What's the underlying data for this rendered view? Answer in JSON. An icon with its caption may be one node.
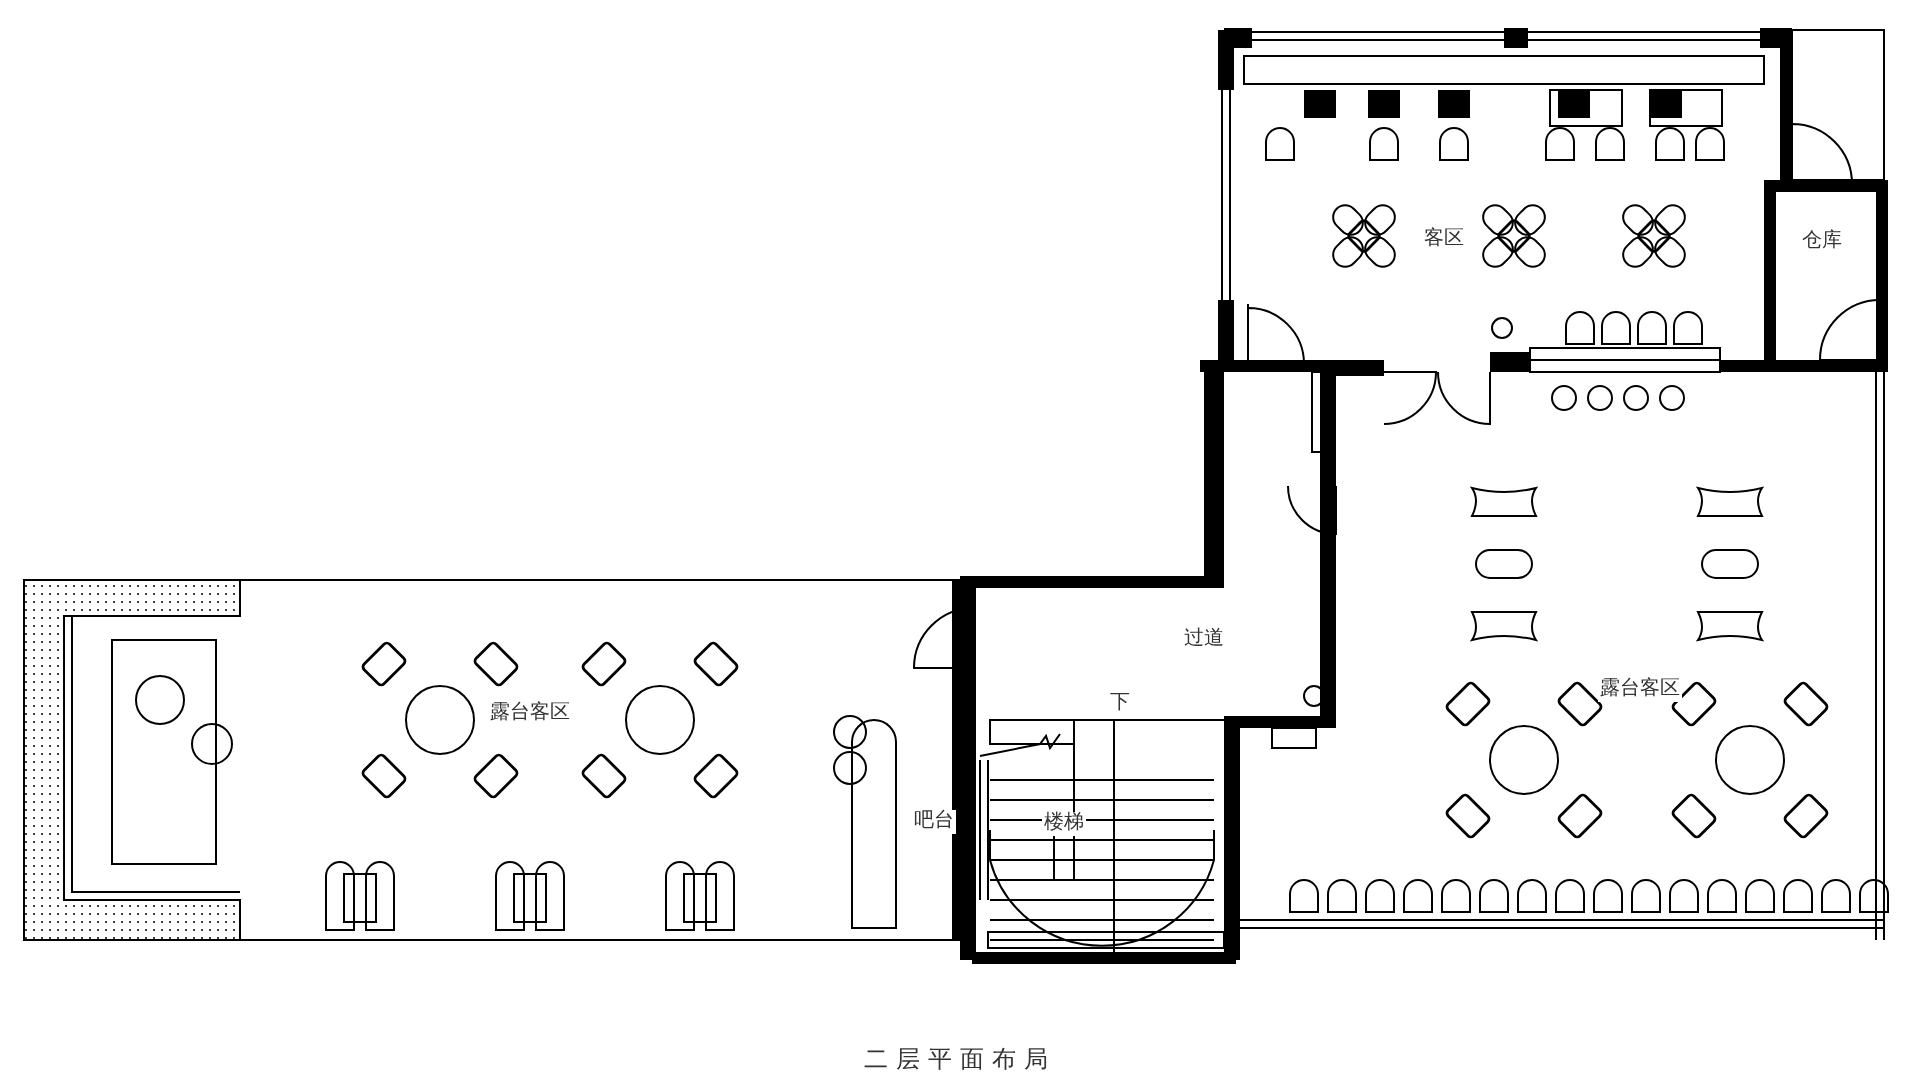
{
  "diagram": {
    "caption": "二层平面布局",
    "labels": [
      "客区",
      "仓库",
      "过道",
      "露台客区",
      "下",
      "露台客区",
      "吧台",
      "楼梯"
    ]
  }
}
